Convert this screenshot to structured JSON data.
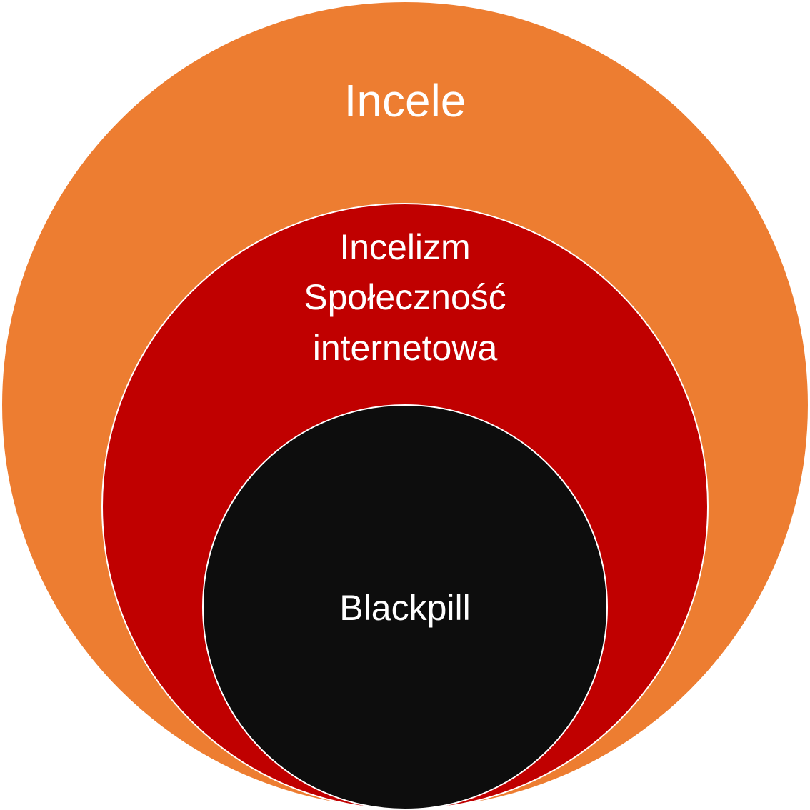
{
  "diagram": {
    "colors": {
      "outer": "#ED7D31",
      "middle": "#C00000",
      "inner": "#0D0D0D",
      "text": "#FFFFFF"
    },
    "outer": {
      "label": "Incele"
    },
    "middle": {
      "line1": "Incelizm",
      "line2": "Społeczność",
      "line3": "internetowa"
    },
    "inner": {
      "label": "Blackpill"
    }
  }
}
